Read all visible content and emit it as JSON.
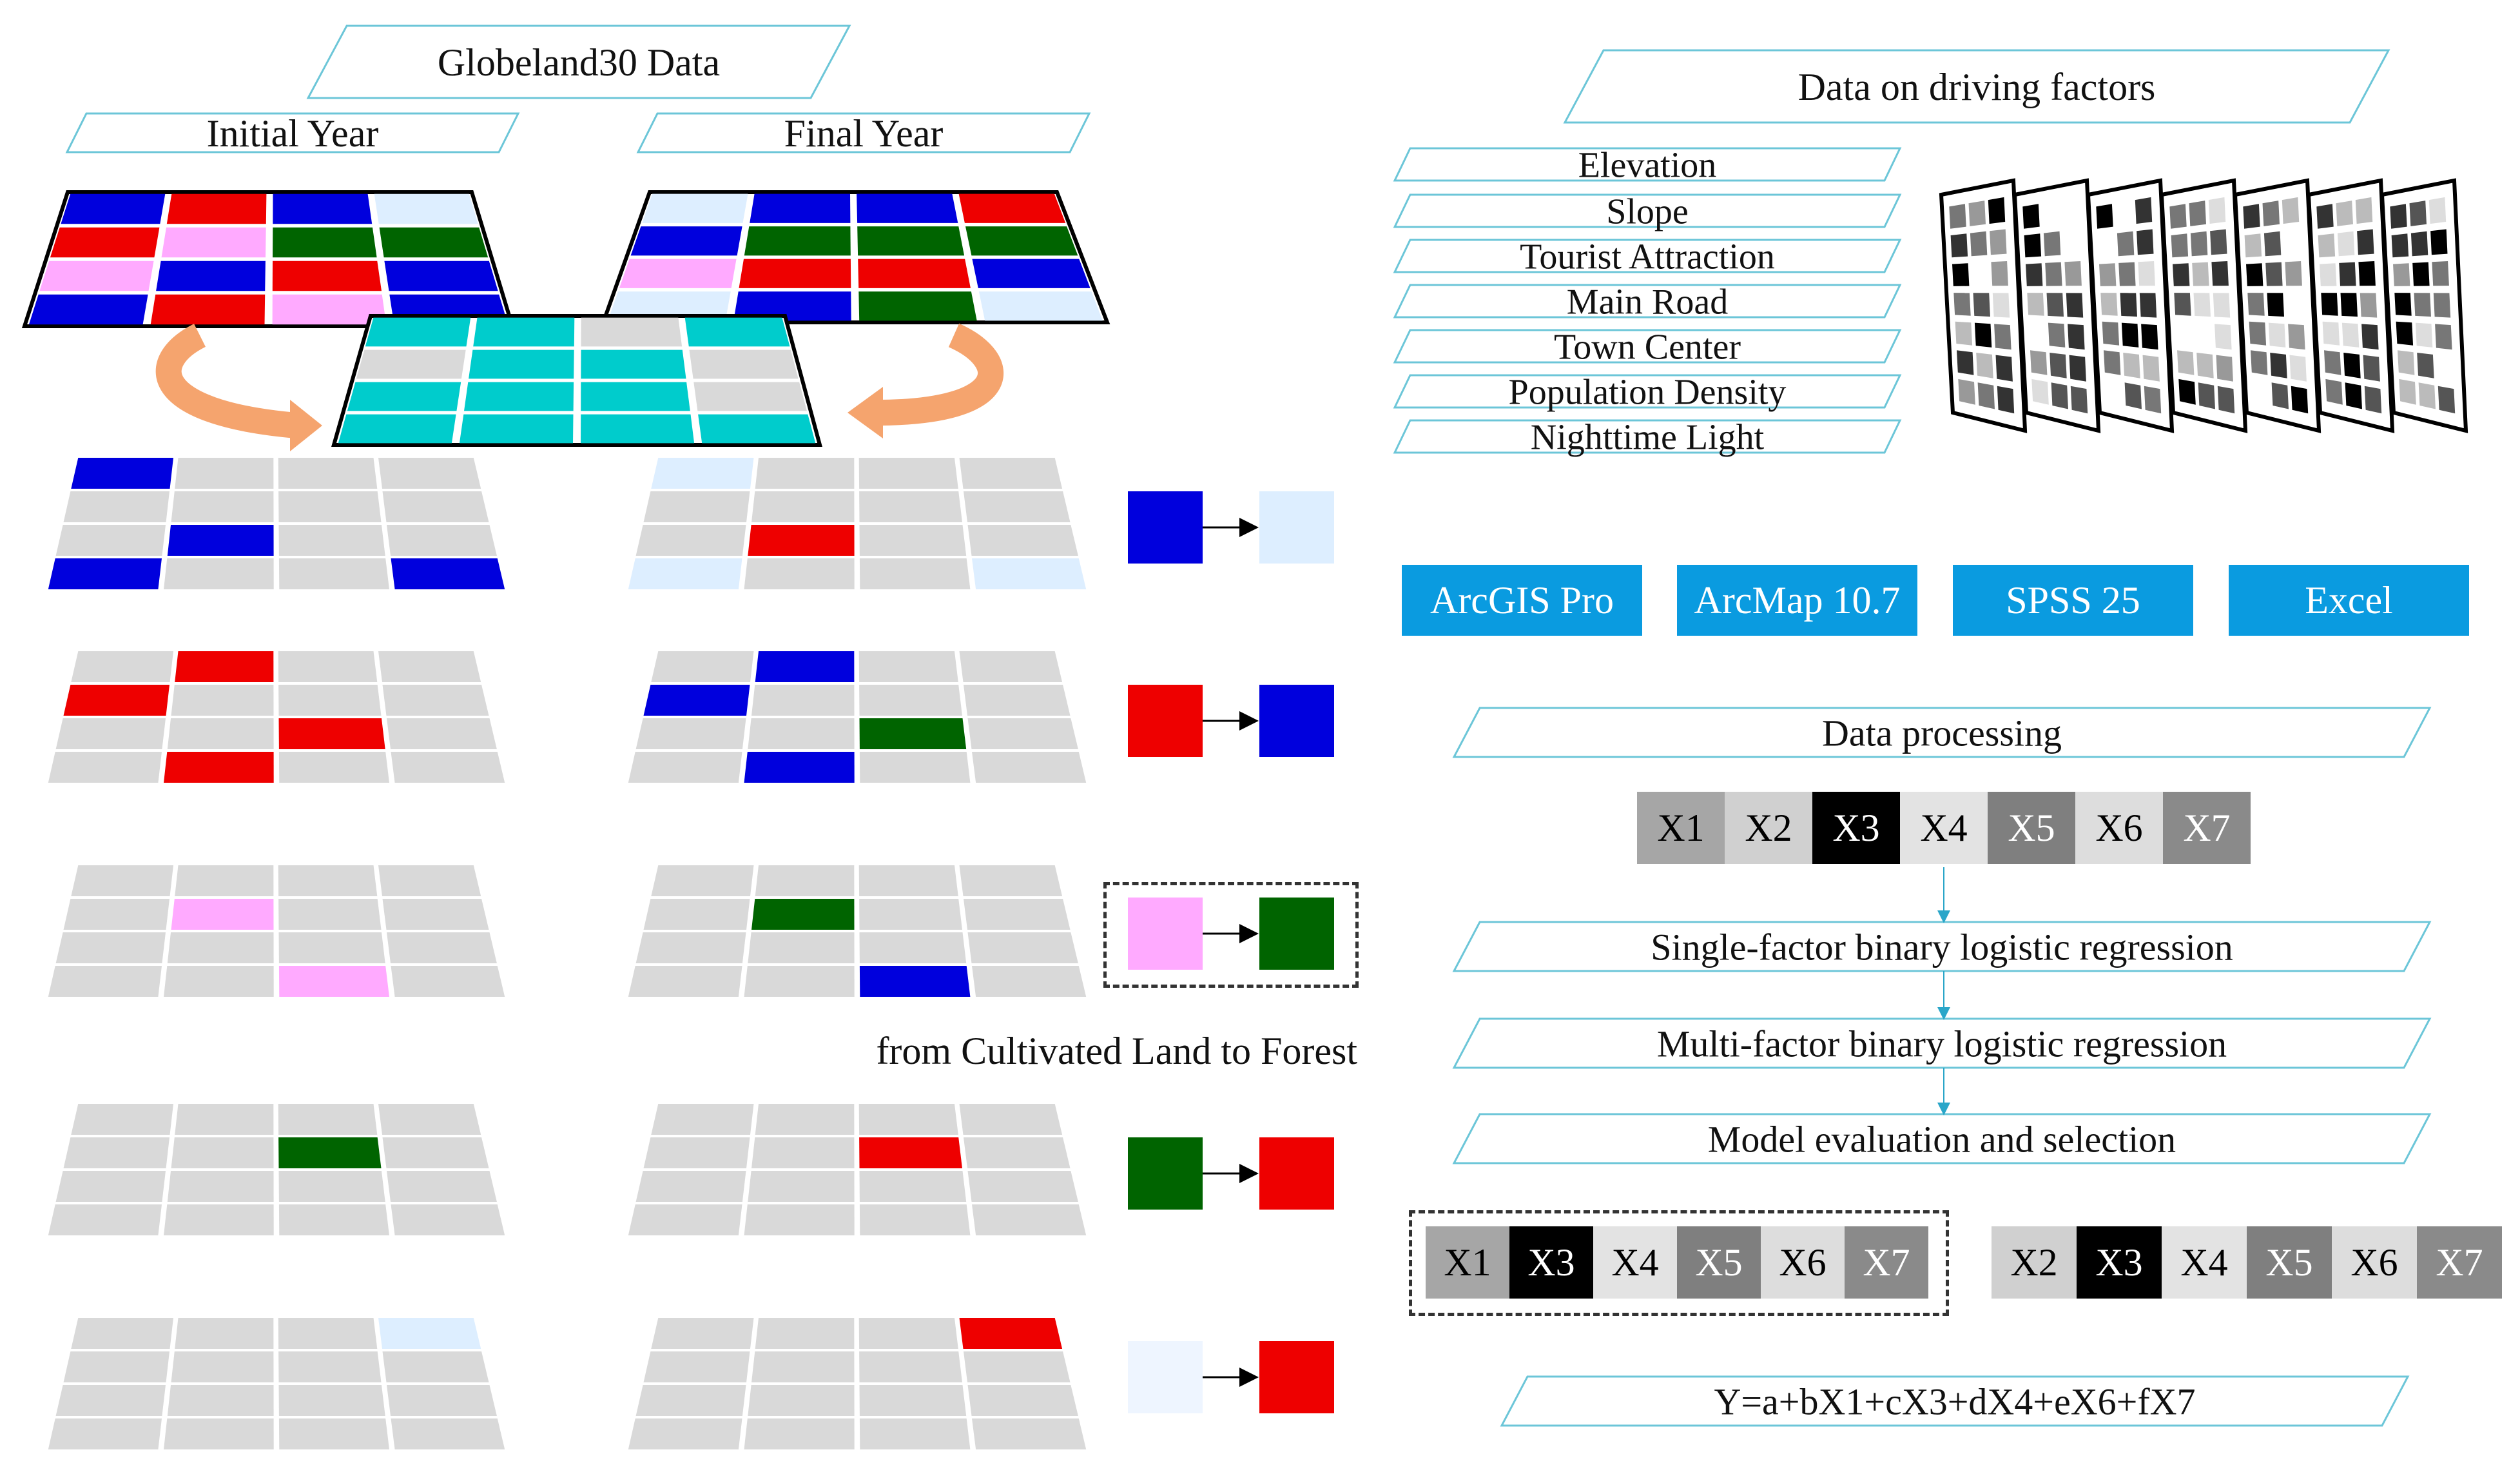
{
  "colors": {
    "blue": "#0000dd",
    "red": "#ee0000",
    "pink": "#ffaaff",
    "green": "#006400",
    "light_blue": "#ddeeff",
    "very_light_blue": "#eef5ff",
    "cyan": "#00cccc",
    "gray": "#d9d9d9",
    "accent_box": "#0a9be0",
    "banner_border": "#6cc6d8",
    "arrow": "#f5a46e"
  },
  "left": {
    "header": "Globeland30 Data",
    "initial_year": "Initial Year",
    "final_year": "Final Year",
    "highlight_caption": "from Cultivated Land to Forest"
  },
  "right": {
    "header": "Data on driving factors",
    "factors": [
      "Elevation",
      "Slope",
      "Tourist Attraction",
      "Main Road",
      "Town Center",
      "Population Density",
      "Nighttime Light"
    ],
    "software": [
      "ArcGIS Pro",
      "ArcMap 10.7",
      "SPSS 25",
      "Excel"
    ],
    "steps": {
      "processing": "Data processing",
      "single": "Single-factor binary logistic regression",
      "multi": "Multi-factor binary logistic regression",
      "evaluation": "Model evaluation and selection"
    },
    "factor_codes": [
      "X1",
      "X2",
      "X3",
      "X4",
      "X5",
      "X6",
      "X7"
    ],
    "model_a": [
      "X1",
      "X3",
      "X4",
      "X5",
      "X6",
      "X7"
    ],
    "model_b": [
      "X2",
      "X3",
      "X4",
      "X5",
      "X6",
      "X7"
    ],
    "formula": "Y=a+bX1+cX3+dX4+eX6+fX7"
  },
  "transitions": [
    {
      "from": "blue",
      "to": "light_blue"
    },
    {
      "from": "red",
      "to": "blue"
    },
    {
      "from": "pink",
      "to": "green"
    },
    {
      "from": "green",
      "to": "red"
    },
    {
      "from": "very_light_blue",
      "to": "red"
    }
  ]
}
